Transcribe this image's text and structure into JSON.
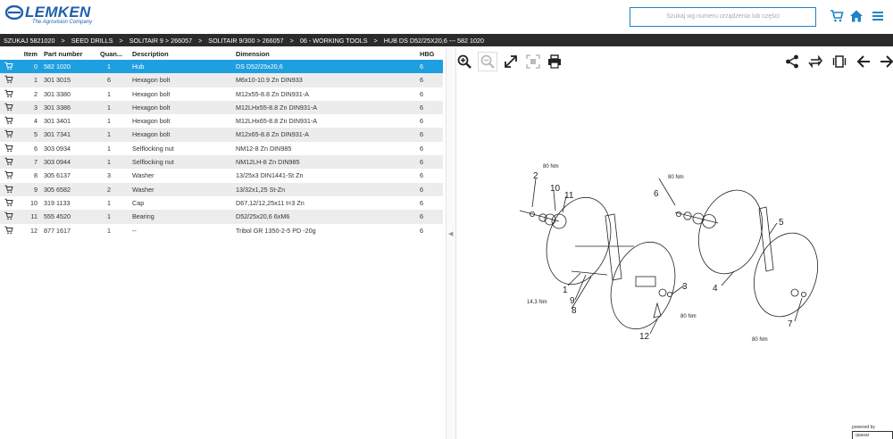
{
  "header": {
    "brand": "LEMKEN",
    "tagline": "The Agrovision Company",
    "search_placeholder": "Szukaj wg numeru urządzenia lub części"
  },
  "breadcrumb": [
    "SZUKAJ 5821020",
    "SEED DRILLS",
    "SOLITAIR 9 > 266057",
    "SOLITAIR 9/300 > 266057",
    "06 - WORKING TOOLS",
    "HUB DS D52/25X20,6 --- 582 1020"
  ],
  "table": {
    "columns": {
      "item": "Item",
      "part": "Part number",
      "qty": "Quan...",
      "desc": "Description",
      "dim": "Dimension",
      "hbg": "HBG"
    },
    "rows": [
      {
        "item": "0",
        "part": "582 1020",
        "qty": "1",
        "desc": "Hub",
        "dim": "DS D52/25x20,6",
        "hbg": "6"
      },
      {
        "item": "1",
        "part": "301 3015",
        "qty": "6",
        "desc": "Hexagon bolt",
        "dim": "M6x10-10.9 Zn DIN933",
        "hbg": "6"
      },
      {
        "item": "2",
        "part": "301 3380",
        "qty": "1",
        "desc": "Hexagon bolt",
        "dim": "M12x55-8.8 Zn DIN931-A",
        "hbg": "6"
      },
      {
        "item": "3",
        "part": "301 3386",
        "qty": "1",
        "desc": "Hexagon bolt",
        "dim": "M12LHx55-8.8 Zn DIN931-A",
        "hbg": "6"
      },
      {
        "item": "4",
        "part": "301 3401",
        "qty": "1",
        "desc": "Hexagon bolt",
        "dim": "M12LHx65-8.8 Zn DIN931-A",
        "hbg": "6"
      },
      {
        "item": "5",
        "part": "301 7341",
        "qty": "1",
        "desc": "Hexagon bolt",
        "dim": "M12x65-8.8 Zn DIN931-A",
        "hbg": "6"
      },
      {
        "item": "6",
        "part": "303 0934",
        "qty": "1",
        "desc": "Selflocking nut",
        "dim": "NM12-8 Zn DIN985",
        "hbg": "6"
      },
      {
        "item": "7",
        "part": "303 0944",
        "qty": "1",
        "desc": "Selflocking nut",
        "dim": "NM12LH-8 Zn DIN985",
        "hbg": "6"
      },
      {
        "item": "8",
        "part": "305 6137",
        "qty": "3",
        "desc": "Washer",
        "dim": "13/25x3 DIN1441-St Zn",
        "hbg": "6"
      },
      {
        "item": "9",
        "part": "305 6582",
        "qty": "2",
        "desc": "Washer",
        "dim": "13/32x1,25 St-Zn",
        "hbg": "6"
      },
      {
        "item": "10",
        "part": "319 1133",
        "qty": "1",
        "desc": "Cap",
        "dim": "D67,12/12,25x11 t=3 Zn",
        "hbg": "6"
      },
      {
        "item": "11",
        "part": "555 4520",
        "qty": "1",
        "desc": "Bearing",
        "dim": "D52/25x20,6 6xM6",
        "hbg": "6"
      },
      {
        "item": "12",
        "part": "877 1617",
        "qty": "1",
        "desc": "--",
        "dim": "Tribol GR 1350-2-5 PD -20g",
        "hbg": "6"
      }
    ]
  },
  "drawing": {
    "labels": [
      "1",
      "2",
      "3",
      "4",
      "5",
      "6",
      "7",
      "8",
      "9",
      "10",
      "11",
      "12"
    ],
    "torques": [
      "80 Nm",
      "80 Nm",
      "80 Nm",
      "80 Nm",
      "14,3 Nm"
    ]
  },
  "footer": {
    "powered": "powered by",
    "vendor": "quasar"
  },
  "icons": {
    "header": [
      "cart-icon",
      "home-icon",
      "menu-icon"
    ],
    "toolbar_left": [
      "zoom-in-icon",
      "zoom-out-icon",
      "expand-icon",
      "fit-icon",
      "print-icon"
    ],
    "toolbar_right": [
      "share-icon",
      "rotate-icon",
      "view-icon",
      "back-icon",
      "forward-icon"
    ]
  },
  "colors": {
    "brand": "#1d5fae",
    "accent": "#1e9fe0",
    "bar": "#2b2b2b",
    "row_alt": "#ececec"
  }
}
